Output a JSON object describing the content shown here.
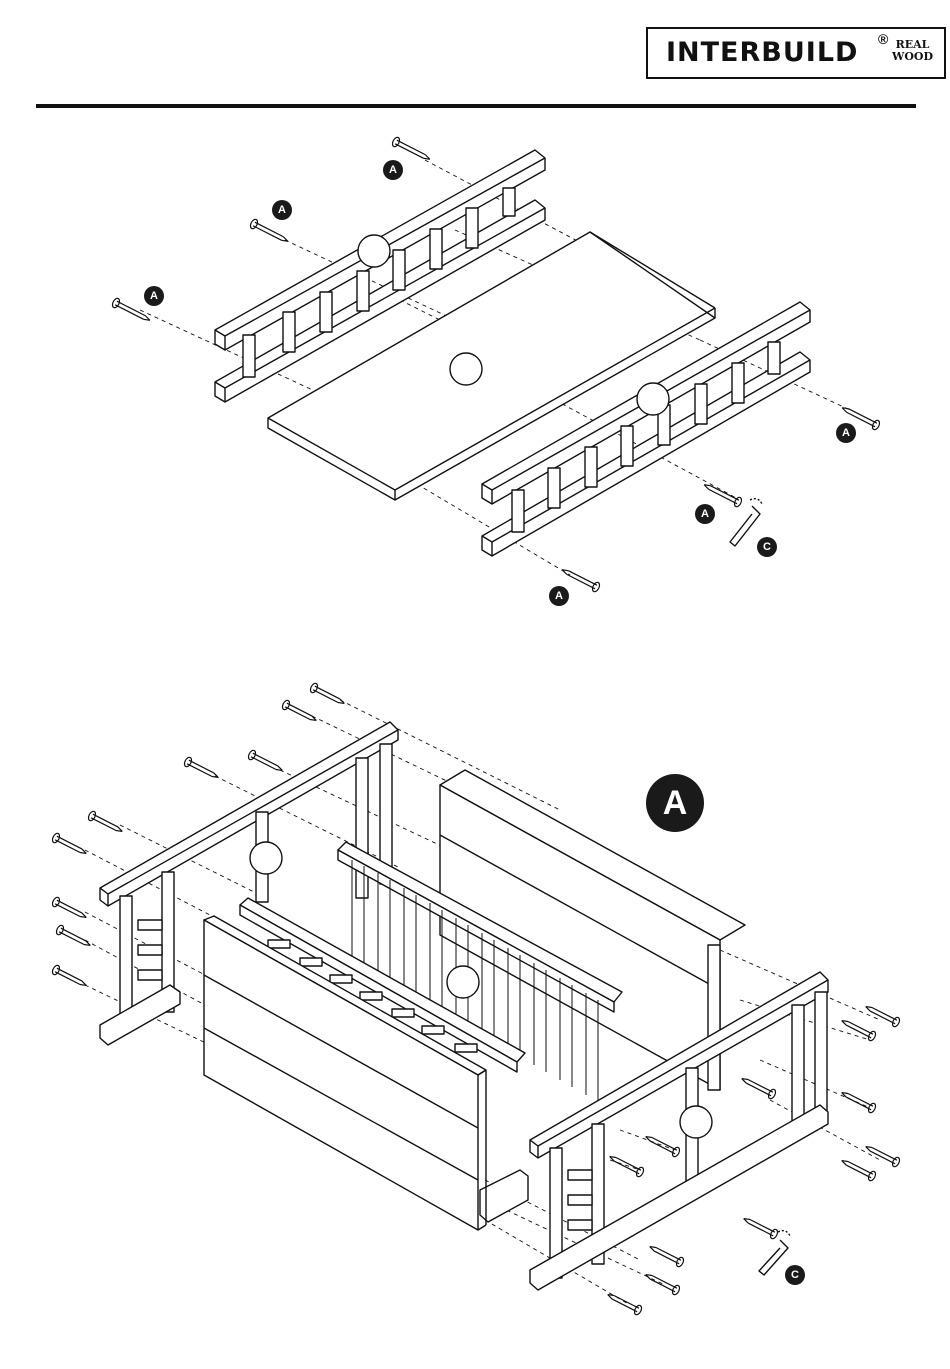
{
  "header": {
    "brand": "INTERBUILD",
    "registered": "®",
    "tagline_line1": "REAL",
    "tagline_line2": "WOOD"
  },
  "labels": {
    "screw": "A",
    "allen_key": "C",
    "large_callout": "A"
  }
}
